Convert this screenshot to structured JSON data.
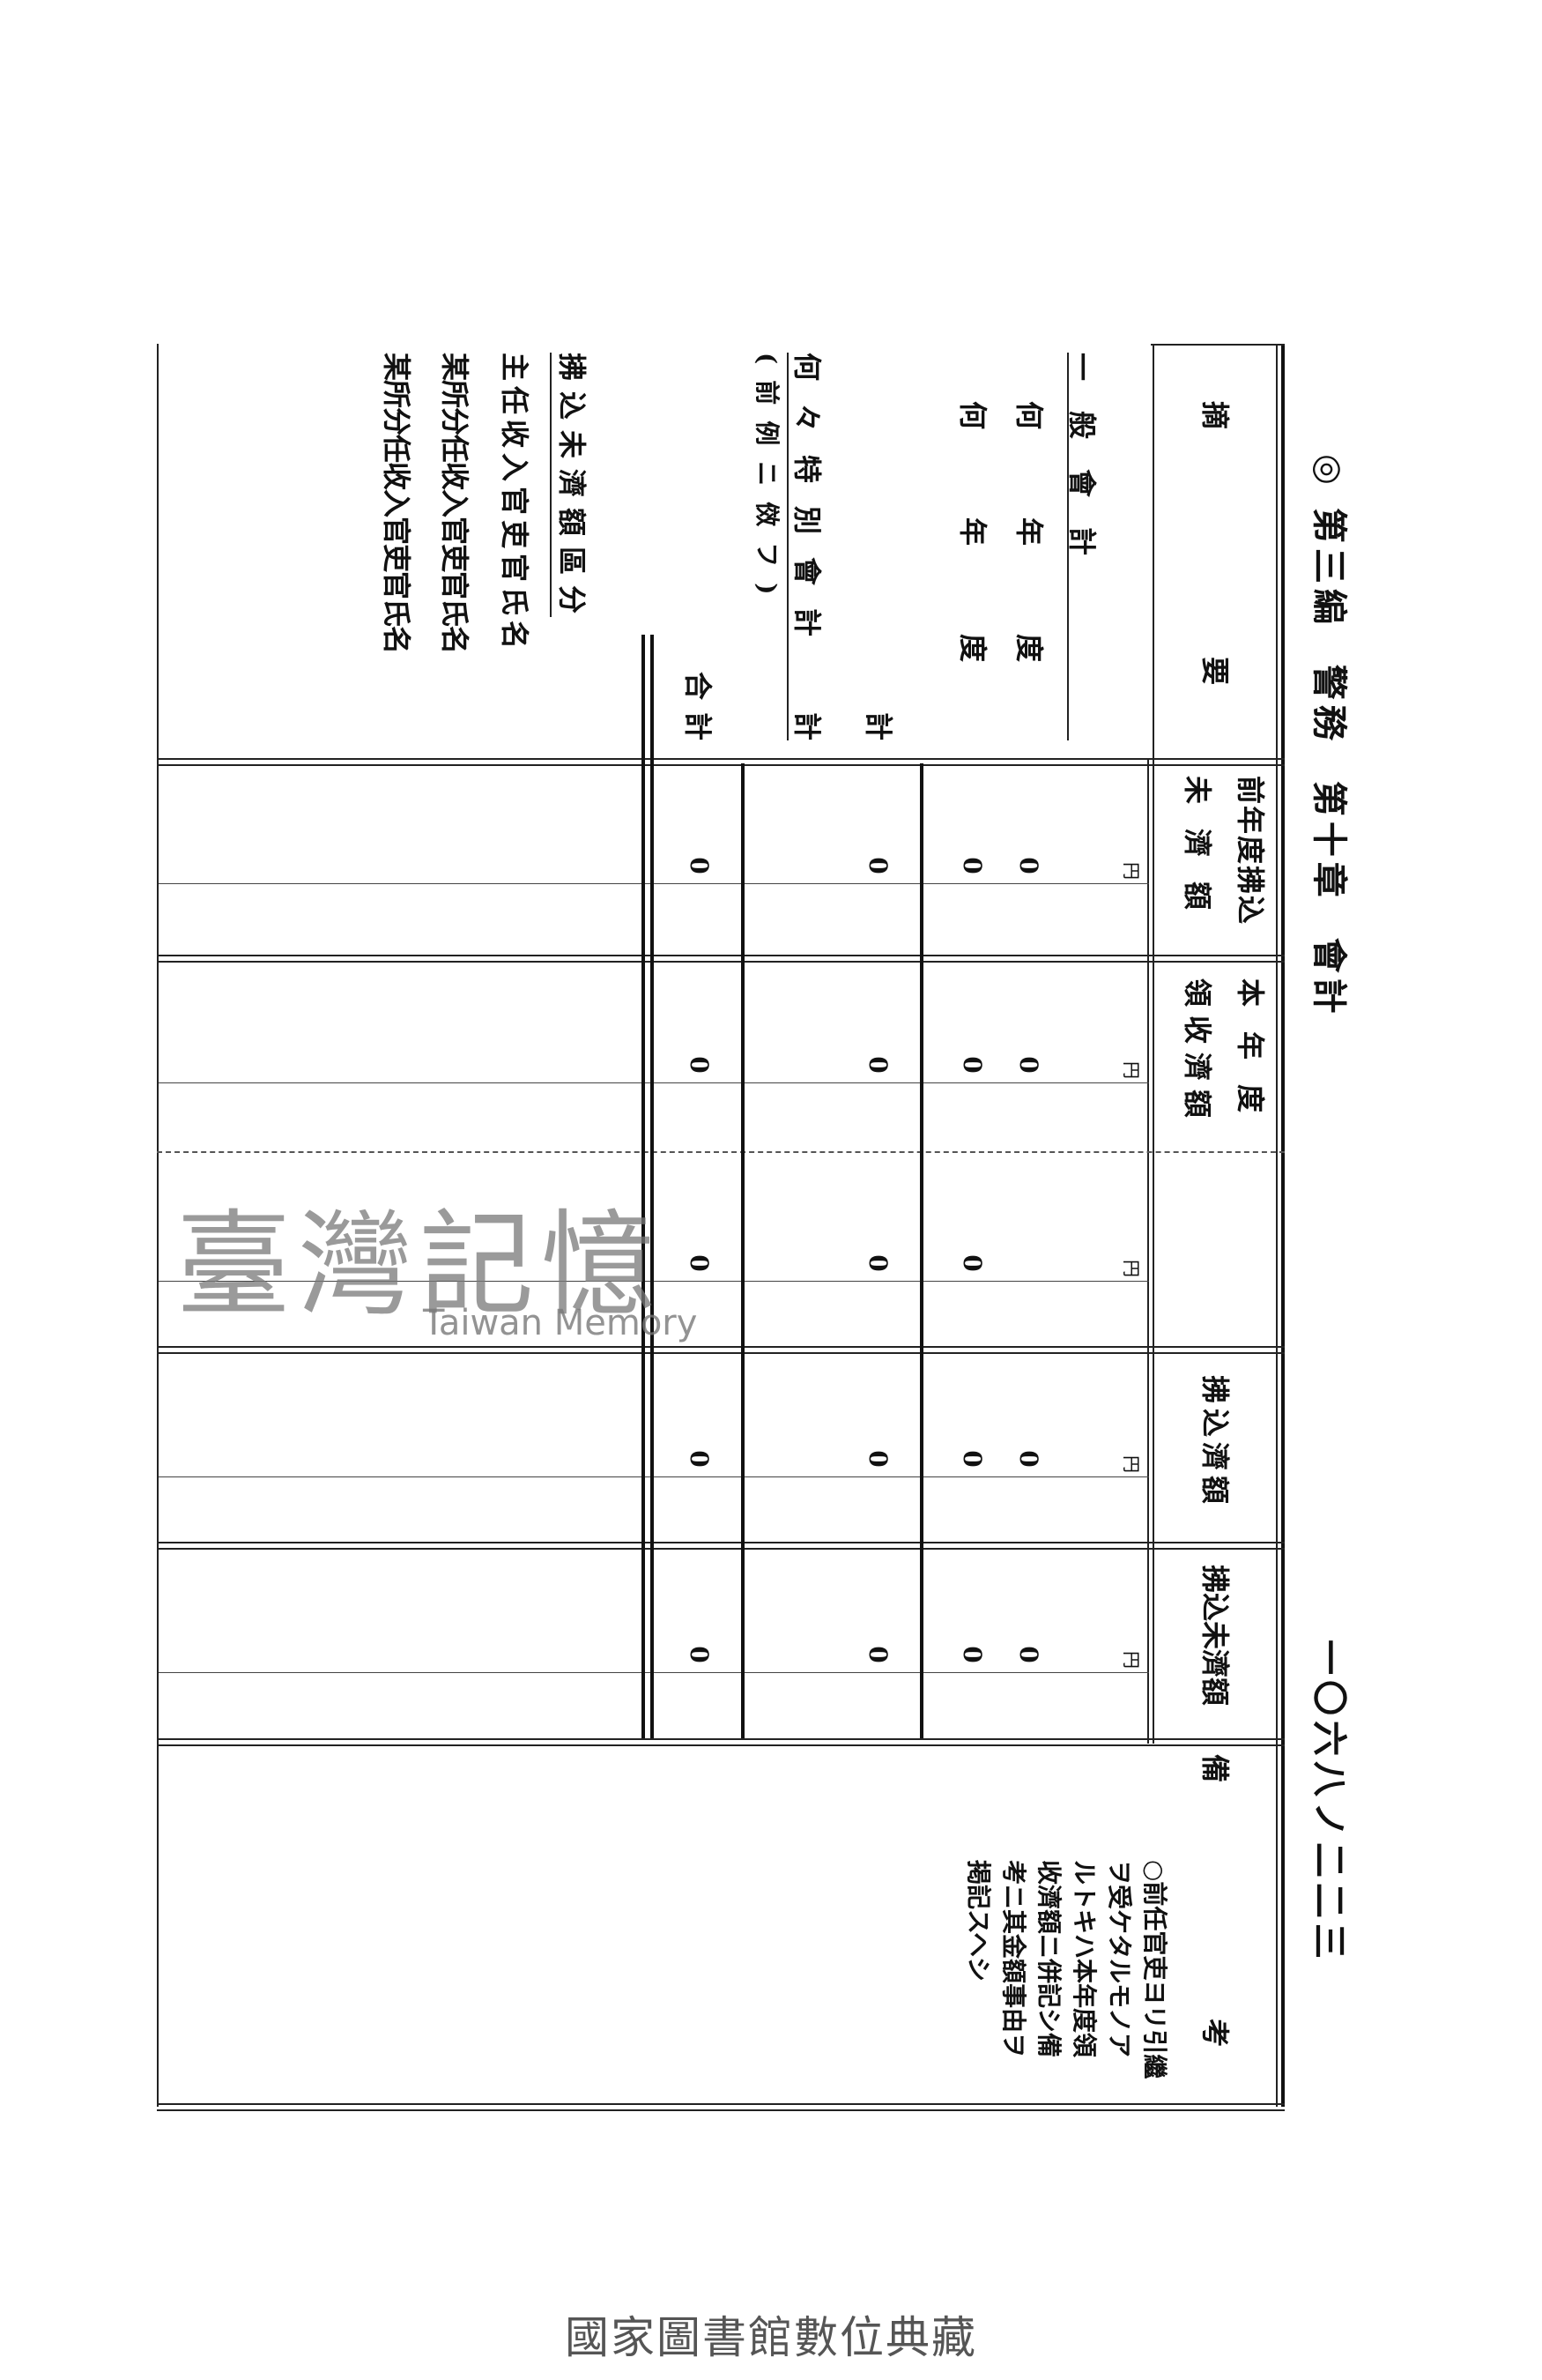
{
  "header": {
    "mark": "◎",
    "part": "第三編",
    "section": "警務",
    "chapter": "第十章",
    "topic": "會計",
    "page_number": "一〇六八ノ二二三"
  },
  "table": {
    "columns": {
      "summary": [
        "摘",
        "要"
      ],
      "prev_unpaid": [
        "前年度拂込",
        "未濟額"
      ],
      "received": [
        "本年度",
        "領收濟額"
      ],
      "paid_in": "拂込濟額",
      "unpaid": "拂込未濟額",
      "remarks": [
        "備",
        "考"
      ]
    },
    "unit": "円",
    "rows": [
      {
        "label": "一般會計"
      },
      {
        "label": "何年度",
        "values": [
          "0",
          "0",
          "",
          "0",
          "0"
        ]
      },
      {
        "label": "何年度",
        "values": [
          "0",
          "0",
          "0",
          "0",
          "0"
        ]
      },
      {
        "label": "計",
        "values": [
          "0",
          "0",
          "0",
          "0",
          "0"
        ]
      },
      {
        "label": "何々特別會計",
        "sub": "(前例ニ傚フ)",
        "total_label": "計"
      },
      {
        "label": "合計",
        "values": [
          "0",
          "0",
          "0",
          "0",
          "0"
        ]
      }
    ],
    "remarks_note": "○前任官吏ヨリ引繼ヲ受ケタルモノアルトキハ本年度領收濟額ニ併記シ備考ニ其金額事由ヲ掲記スヘシ"
  },
  "breakdown": {
    "title": "拂込未濟額區分",
    "items": [
      "主任收入官吏官氏名",
      "某所分任收入官吏官氏名",
      "某所分任收入官吏官氏名"
    ]
  },
  "watermark": {
    "cjk": "臺灣記憶",
    "latin": "Taiwan Memory"
  },
  "footer": "國家圖書館數位典藏"
}
